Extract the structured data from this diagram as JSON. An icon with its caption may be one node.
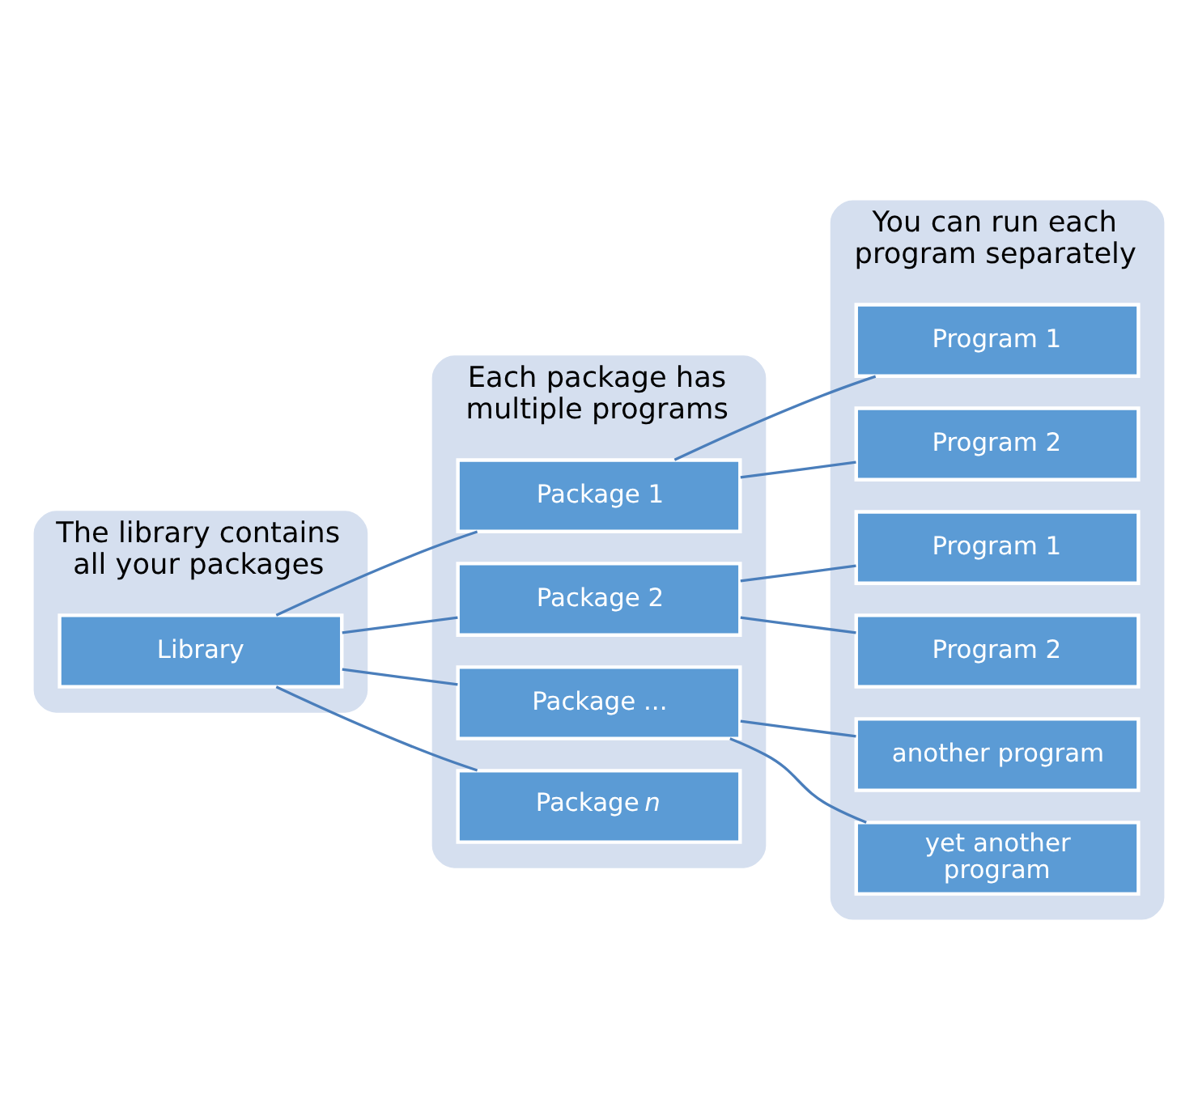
{
  "diagram": {
    "nodes": [
      {
        "text": [
          "The library contains all your packages"
        ]
      },
      {
        "text": [
          "Each package has multiple programs"
        ]
      },
      {
        "text": [
          "You can run each program separately"
        ]
      },
      {
        "text": [
          "Library"
        ],
        "in": 0
      },
      {
        "text": [
          "Package 1"
        ],
        "in": 1
      },
      {
        "text": [
          "Package 2"
        ],
        "in": 1
      },
      {
        "text": [
          "Package ..."
        ],
        "in": 1
      },
      {
        "text": [
          "Package *n*"
        ],
        "in": 1
      },
      {
        "text": [
          "Program 1"
        ],
        "in": 2
      },
      {
        "text": [
          "Program 2"
        ],
        "in": 2
      },
      {
        "text": [
          "Program 1"
        ],
        "in": 2
      },
      {
        "text": [
          "Program 2"
        ],
        "in": 2
      },
      {
        "text": [
          "another program"
        ],
        "in": 2
      },
      {
        "text": [
          "yet another program"
        ],
        "in": 2
      }
    ],
    "edges": [
      {
        "from": 3,
        "to": 4,
        "arrow": "none"
      },
      {
        "from": 3,
        "to": 5,
        "arrow": "none"
      },
      {
        "from": 3,
        "to": 6,
        "arrow": "none"
      },
      {
        "from": 3,
        "to": 7,
        "arrow": "none"
      },
      {
        "from": 4,
        "to": 8,
        "arrow": "none"
      },
      {
        "from": 4,
        "to": 9,
        "arrow": "none"
      },
      {
        "from": 5,
        "to": 10,
        "arrow": "none"
      },
      {
        "from": 5,
        "to": 11,
        "arrow": "none"
      },
      {
        "from": 6,
        "to": 12,
        "arrow": "none"
      },
      {
        "from": 6,
        "to": 13,
        "arrow": "none"
      }
    ]
  }
}
